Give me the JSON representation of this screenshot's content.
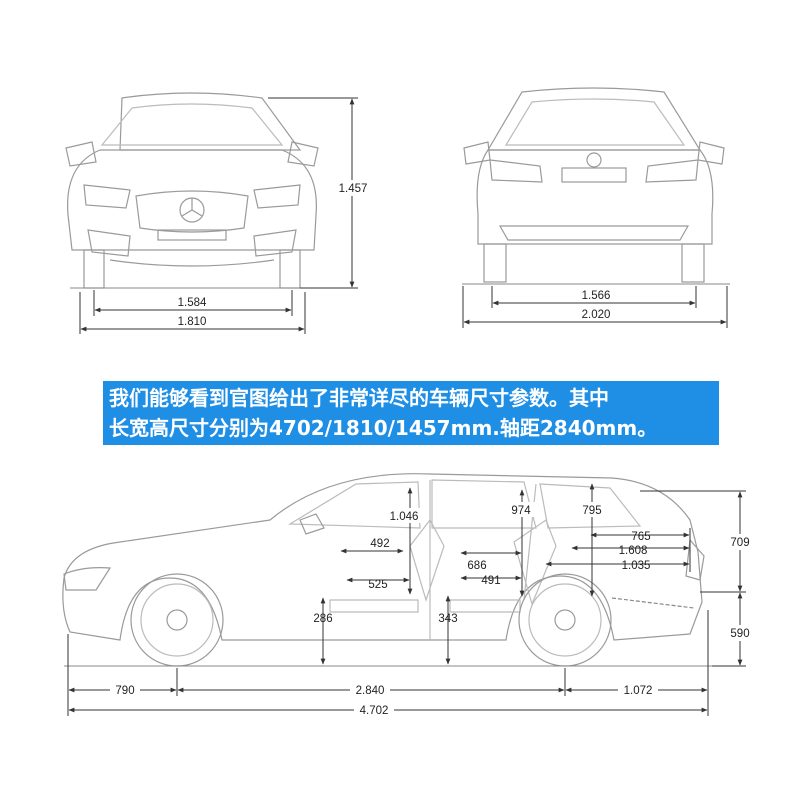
{
  "front_view": {
    "height": "1.457",
    "track": "1.584",
    "width": "1.810"
  },
  "rear_view": {
    "track": "1.566",
    "width_mirrors": "2.020"
  },
  "caption": {
    "line1": "我们能够看到官图给出了非常详尽的车辆尺寸参数。其中",
    "line2": "长宽高尺寸分别为4702/1810/1457mm.轴距2840mm。"
  },
  "side_view": {
    "front_headroom": "1.046",
    "rear_headroom": "974",
    "cargo_height": "795",
    "front_seat_depth": "492",
    "front_seat_cushion": "525",
    "rear_legroom": "686",
    "rear_seat_cushion": "491",
    "cargo_length_min": "765",
    "cargo_length_max": "1.608",
    "cargo_length_mid": "1.035",
    "front_seat_height": "286",
    "rear_seat_height": "343",
    "tailgate_opening": "709",
    "load_sill_height": "590",
    "front_overhang": "790",
    "wheelbase": "2.840",
    "rear_overhang": "1.072",
    "length": "4.702"
  },
  "colors": {
    "line": "#333333",
    "car": "#9a9a9a",
    "caption_bg": "#1f8fe6",
    "caption_text": "#ffffff"
  }
}
